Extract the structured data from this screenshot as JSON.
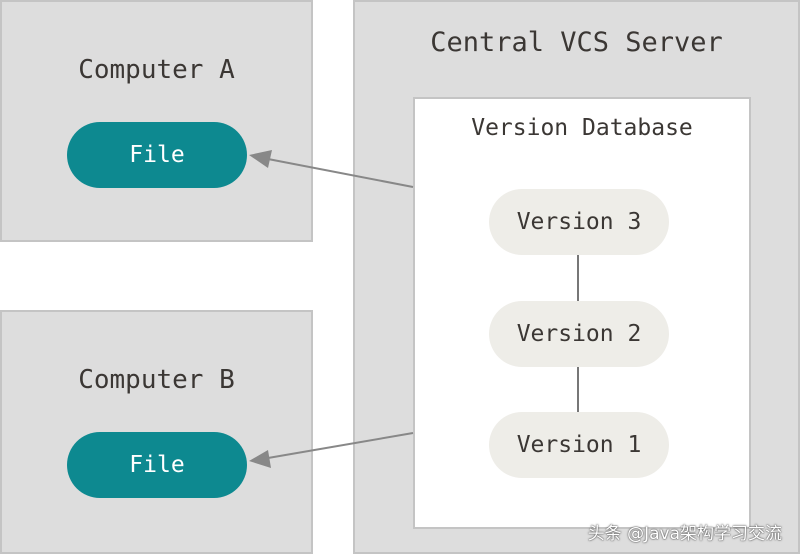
{
  "computer_a": {
    "title": "Computer A",
    "file_label": "File"
  },
  "computer_b": {
    "title": "Computer B",
    "file_label": "File"
  },
  "server": {
    "title": "Central VCS Server",
    "database": {
      "title": "Version Database",
      "versions": [
        "Version 3",
        "Version 2",
        "Version 1"
      ]
    }
  },
  "watermark": "头条 @Java架构学习交流",
  "colors": {
    "file_fill": "#0d8990",
    "box_fill": "#dddddd",
    "box_border": "#c4c4c4",
    "version_fill": "#eeede8",
    "arrow": "#888888",
    "text": "#3b3734"
  }
}
